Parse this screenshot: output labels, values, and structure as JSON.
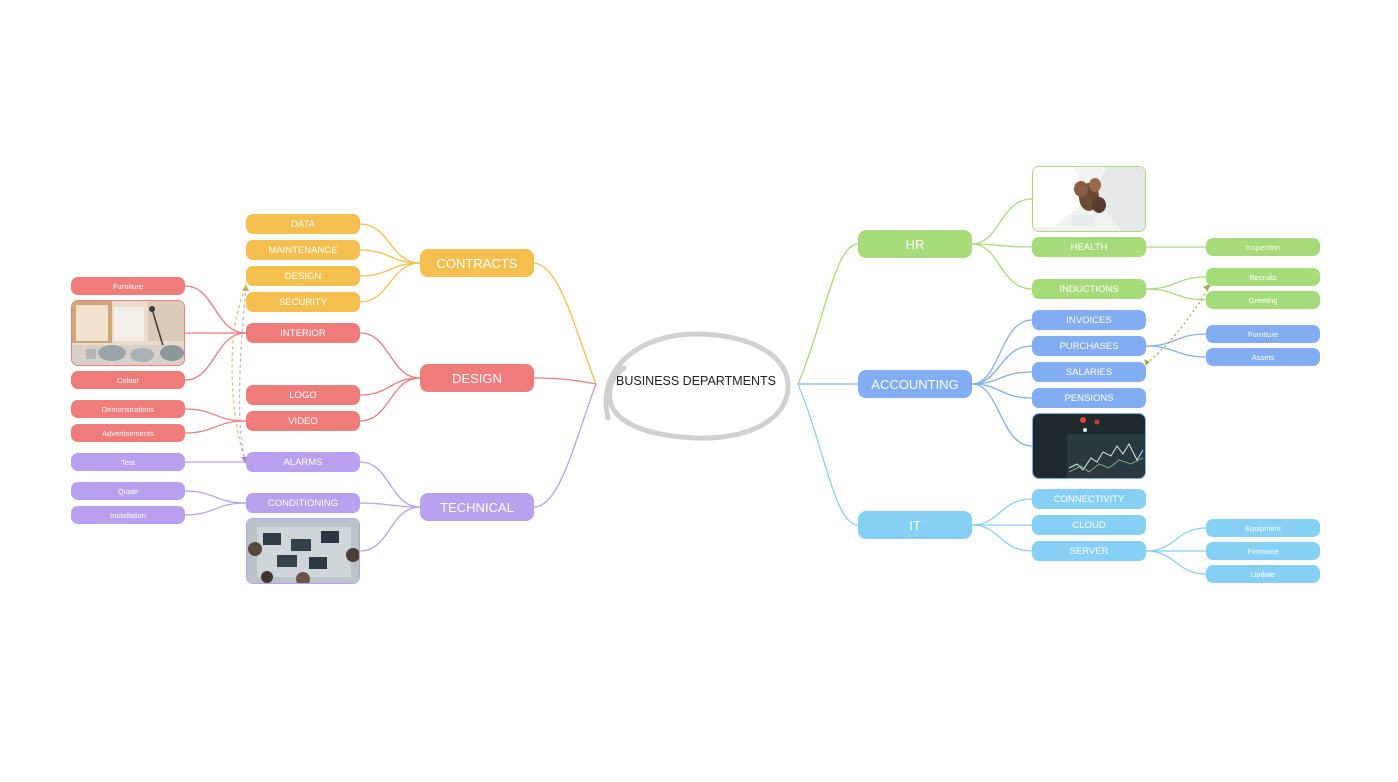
{
  "root": {
    "label": "BUSINESS DEPARTMENTS"
  },
  "colors": {
    "yellow": "#f5bf4f",
    "red": "#ef7b7b",
    "purple": "#b8a0ee",
    "green": "#a6db7a",
    "blue": "#82adf2",
    "sky": "#86d0f5",
    "root_outline": "#d0d0d0"
  },
  "contracts": {
    "label": "CONTRACTS",
    "children": [
      "DATA",
      "MAINTENANCE",
      "DESIGN",
      "SECURITY"
    ]
  },
  "design": {
    "label": "DESIGN",
    "interior": {
      "label": "INTERIOR",
      "children": [
        "Furniture",
        "Colour"
      ],
      "image": "living-room-photo"
    },
    "logo": {
      "label": "LOGO"
    },
    "video": {
      "label": "VIDEO",
      "children": [
        "Demonstrations",
        "Advertisements"
      ]
    }
  },
  "technical": {
    "label": "TECHNICAL",
    "alarms": {
      "label": "ALARMS",
      "children": [
        "Test"
      ]
    },
    "conditioning": {
      "label": "CONDITIONING",
      "children": [
        "Quote",
        "Installation"
      ]
    },
    "image": "team-desk-photo"
  },
  "hr": {
    "label": "HR",
    "image": "handshake-photo",
    "health": {
      "label": "HEALTH",
      "children": [
        "Inspection"
      ]
    },
    "inductions": {
      "label": "INDUCTIONS",
      "children": [
        "Recruits",
        "Greeting"
      ]
    }
  },
  "accounting": {
    "label": "ACCOUNTING",
    "invoices": {
      "label": "INVOICES"
    },
    "purchases": {
      "label": "PURCHASES",
      "children": [
        "Furniture",
        "Assets"
      ]
    },
    "salaries": {
      "label": "SALARIES"
    },
    "pensions": {
      "label": "PENSIONS"
    },
    "image": "stock-chart-photo"
  },
  "it": {
    "label": "IT",
    "connectivity": {
      "label": "CONNECTIVITY"
    },
    "cloud": {
      "label": "CLOUD"
    },
    "server": {
      "label": "SERVER",
      "children": [
        "Equipment",
        "Firmware",
        "Update"
      ]
    }
  }
}
